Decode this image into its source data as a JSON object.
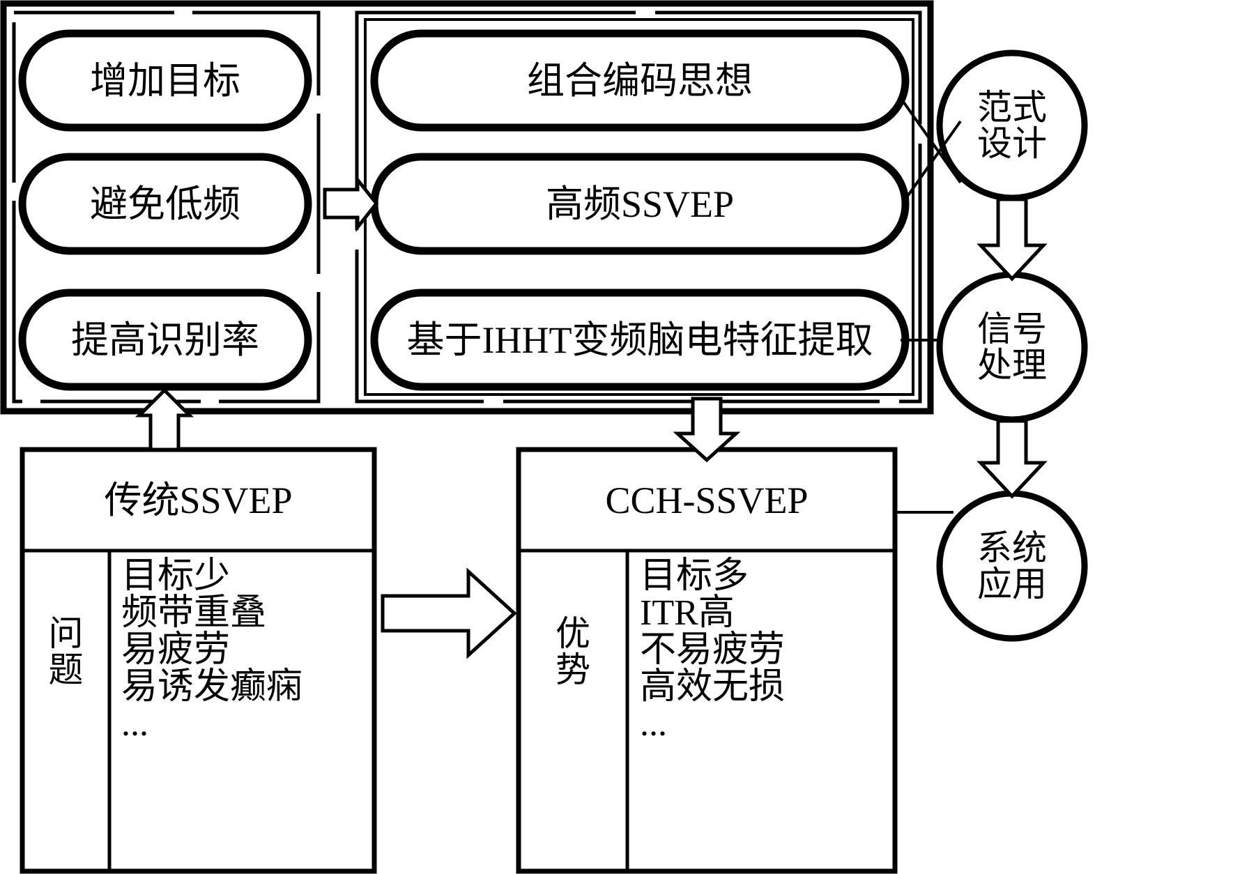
{
  "diagram": {
    "title_text": "",
    "colors": {
      "stroke": "#000000",
      "fill": "#ffffff",
      "background": "#ffffff"
    },
    "goals_panel": {
      "name": "goals-panel",
      "items": [
        {
          "label": "增加目标"
        },
        {
          "label": "避免低频"
        },
        {
          "label": "提高识别率"
        }
      ]
    },
    "methods_panel": {
      "name": "methods-panel",
      "items": [
        {
          "label": "组合编码思想"
        },
        {
          "label": "高频SSVEP"
        },
        {
          "label": "基于IHHT变频脑电特征提取"
        }
      ]
    },
    "stage_circles": [
      {
        "label_line1": "范式",
        "label_line2": "设计"
      },
      {
        "label_line1": "信号",
        "label_line2": "处理"
      },
      {
        "label_line1": "系统",
        "label_line2": "应用"
      }
    ],
    "traditional_box": {
      "title": "传统SSVEP",
      "category_line1": "问",
      "category_line2": "题",
      "items": [
        "目标少",
        "频带重叠",
        "易疲劳",
        "易诱发癫痫",
        "..."
      ]
    },
    "proposed_box": {
      "title": "CCH-SSVEP",
      "category_line1": "优",
      "category_line2": "势",
      "items": [
        "目标多",
        "ITR高",
        "不易疲劳",
        "高效无损",
        "..."
      ]
    },
    "connectors": {
      "goals_to_methods": "open-arrow-right",
      "traditional_to_proposed": "open-arrow-right",
      "traditional_to_panel": "open-arrow-up",
      "panel_to_proposed": "open-arrow-down",
      "paradigm_to_signal": "open-arrow-down",
      "signal_to_application": "open-arrow-down"
    }
  }
}
